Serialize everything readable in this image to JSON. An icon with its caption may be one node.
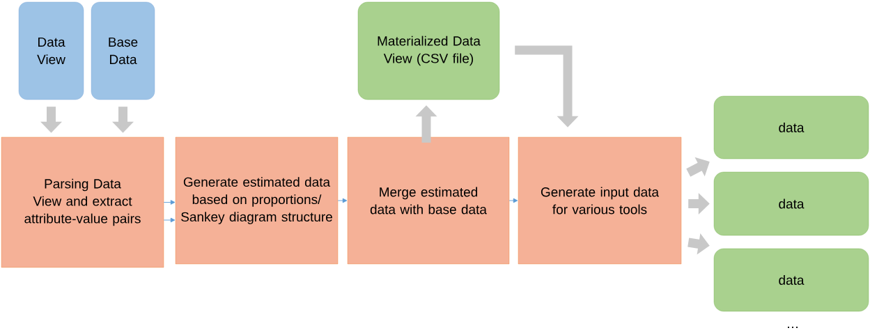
{
  "diagram": {
    "nodes": [
      {
        "text": [
          "Data View"
        ]
      },
      {
        "text": [
          "Base Data"
        ]
      },
      {
        "text": [
          "Parsing Data View and extract attribute-value pairs"
        ]
      },
      {
        "text": [
          "Generate estimated data based on proportions/ Sankey diagram structure"
        ]
      },
      {
        "text": [
          "Merge estimated data with base data"
        ]
      },
      {
        "text": [
          "Generate input data for various tools"
        ]
      },
      {
        "text": [
          "Materialized Data View (CSV file)"
        ]
      },
      {
        "text": [
          "data"
        ]
      },
      {
        "text": [
          "data"
        ]
      },
      {
        "text": [
          "data"
        ]
      }
    ],
    "edges": [
      {
        "from": 0,
        "to": 2,
        "arrow": "to"
      },
      {
        "from": 1,
        "to": 2,
        "arrow": "to"
      },
      {
        "from": 2,
        "to": 3,
        "arrow": "to",
        "color": "#5b9bd5"
      },
      {
        "from": 2,
        "to": 3,
        "arrow": "to",
        "color": "#5b9bd5"
      },
      {
        "from": 3,
        "to": 4,
        "arrow": "to",
        "color": "#5b9bd5"
      },
      {
        "from": 4,
        "to": 5,
        "arrow": "to",
        "color": "#5b9bd5"
      },
      {
        "from": 4,
        "to": 6,
        "arrow": "to"
      },
      {
        "from": 6,
        "to": 5,
        "arrow": "to"
      },
      {
        "from": 5,
        "to": 7,
        "arrow": "to"
      },
      {
        "from": 5,
        "to": 8,
        "arrow": "to"
      },
      {
        "from": 5,
        "to": 9,
        "arrow": "to"
      }
    ],
    "labels": [
      "…"
    ]
  }
}
